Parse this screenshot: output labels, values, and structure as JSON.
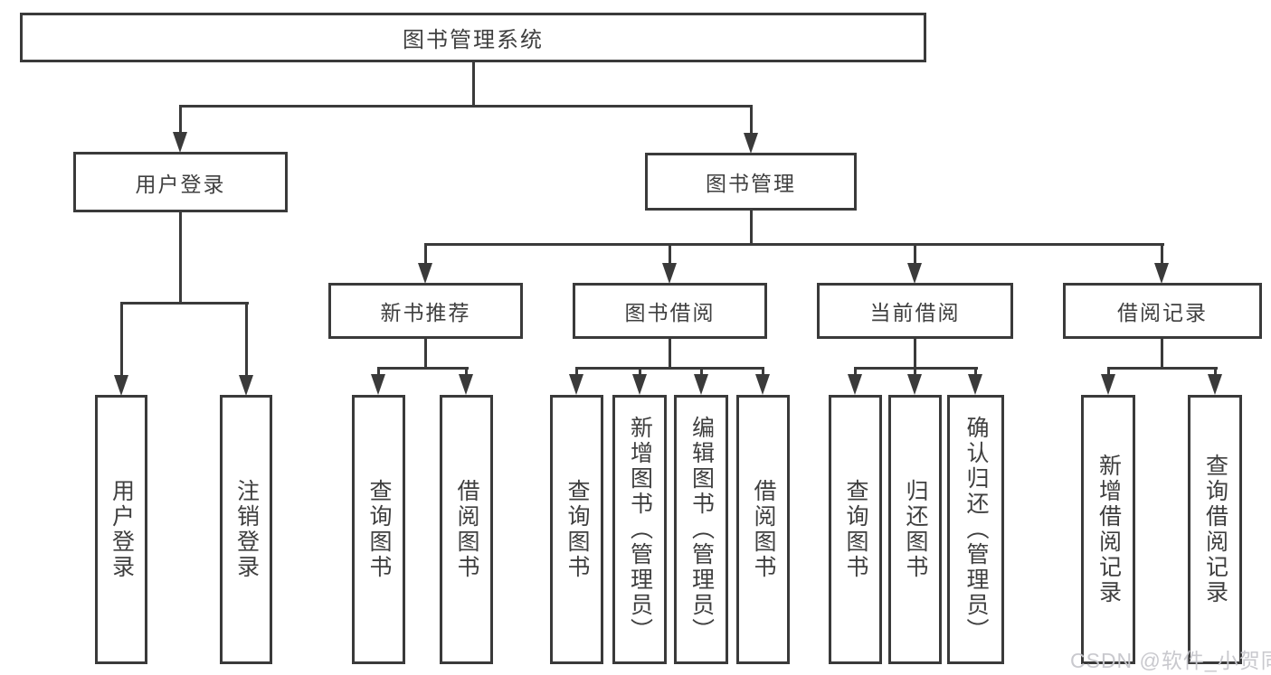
{
  "diagram": {
    "title": "图书管理系统",
    "root": {
      "label": "图书管理系统"
    },
    "level2": [
      {
        "label": "用户登录"
      },
      {
        "label": "图书管理"
      }
    ],
    "level3": [
      {
        "label": "新书推荐"
      },
      {
        "label": "图书借阅"
      },
      {
        "label": "当前借阅"
      },
      {
        "label": "借阅记录"
      }
    ],
    "leaves": {
      "login": [
        "用户登录",
        "注销登录"
      ],
      "recommend": [
        "查询图书",
        "借阅图书"
      ],
      "borrow": [
        "查询图书",
        "新增图书（管理员）",
        "编辑图书（管理员）",
        "借阅图书"
      ],
      "current": [
        "查询图书",
        "归还图书",
        "确认归还（管理员）"
      ],
      "records": [
        "新增借阅记录",
        "查询借阅记录"
      ]
    },
    "colors": {
      "line": "#3a3a3a",
      "text": "#3f3f3f",
      "watermark": "#c6c6cb"
    }
  },
  "watermark": {
    "text": "CSDN @软件_小贺同学"
  }
}
